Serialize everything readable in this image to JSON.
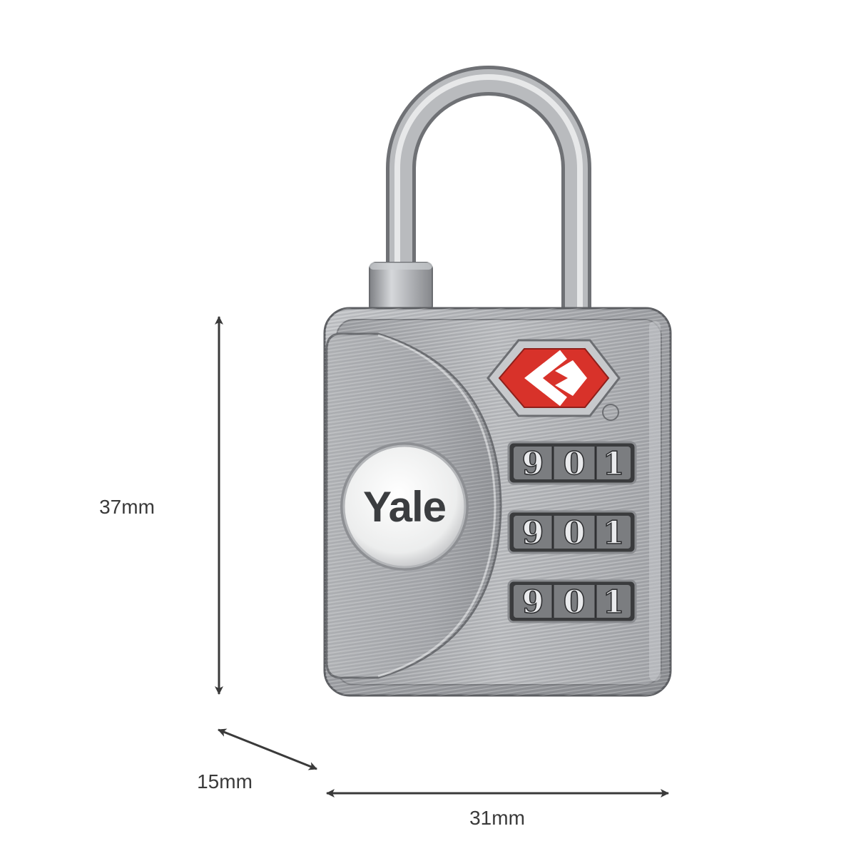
{
  "dimensions": {
    "height": "37mm",
    "depth": "15mm",
    "width": "31mm"
  },
  "lock": {
    "brand": "Yale",
    "dials": [
      [
        "9",
        "0",
        "1"
      ],
      [
        "9",
        "0",
        "1"
      ],
      [
        "9",
        "0",
        "1"
      ]
    ],
    "badge_icon": "tsa-diamond-icon"
  },
  "colors": {
    "background": "#ffffff",
    "metal": "#a7a9ad",
    "tsa_red": "#d8322a",
    "annotation": "#3a3a3a"
  }
}
